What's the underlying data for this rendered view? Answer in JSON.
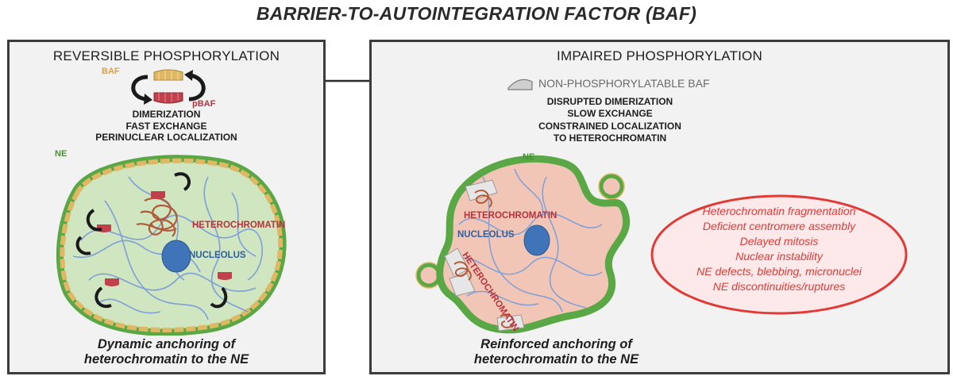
{
  "title": "BARRIER-TO-AUTOINTEGRATION FACTOR (BAF)",
  "left": {
    "heading": "REVERSIBLE PHOSPHORYLATION",
    "baf_label": "BAF",
    "pbaf_label": "pBAF",
    "properties": [
      "DIMERIZATION",
      "FAST EXCHANGE",
      "PERINUCLEAR LOCALIZATION"
    ],
    "ne_label": "NE",
    "heterochromatin_label": "HETEROCHROMATIN",
    "nucleolus_label": "NUCLEOLUS",
    "caption_line1": "Dynamic anchoring of",
    "caption_line2": "heterochromatin to the NE"
  },
  "right": {
    "heading": "IMPAIRED PHOSPHORYLATION",
    "nonphos_label": "NON-PHOSPHORYLATABLE BAF",
    "properties": [
      "DISRUPTED DIMERIZATION",
      "SLOW EXCHANGE",
      "CONSTRAINED LOCALIZATION",
      "TO HETEROCHROMATIN"
    ],
    "ne_label": "NE",
    "heterochromatin_label_1": "HETEROCHROMATIN",
    "heterochromatin_label_2": "HETEROCHROMATIN",
    "nucleolus_label": "NUCLEOLUS",
    "consequences": [
      "Heterochromatin fragmentation",
      "Deficient centromere assembly",
      "Delayed mitosis",
      "Nuclear instability",
      "NE defects, blebbing, micronuclei",
      "NE discontinuities/ruptures"
    ],
    "caption_line1": "Reinforced anchoring of",
    "caption_line2": "heterochromatin to the NE"
  },
  "colors": {
    "ne_green": "#5aa845",
    "nucleoplasm_left": "#cfe6c0",
    "nucleoplasm_right": "#f2c6b6",
    "baf_tan": "#e0b864",
    "pbaf_red": "#c0404c",
    "heterochromatin": "#b05a3a",
    "nucleolus": "#3f74b8",
    "consequence_red": "#e23a36",
    "chromatin_blue": "#7f9fd8"
  }
}
